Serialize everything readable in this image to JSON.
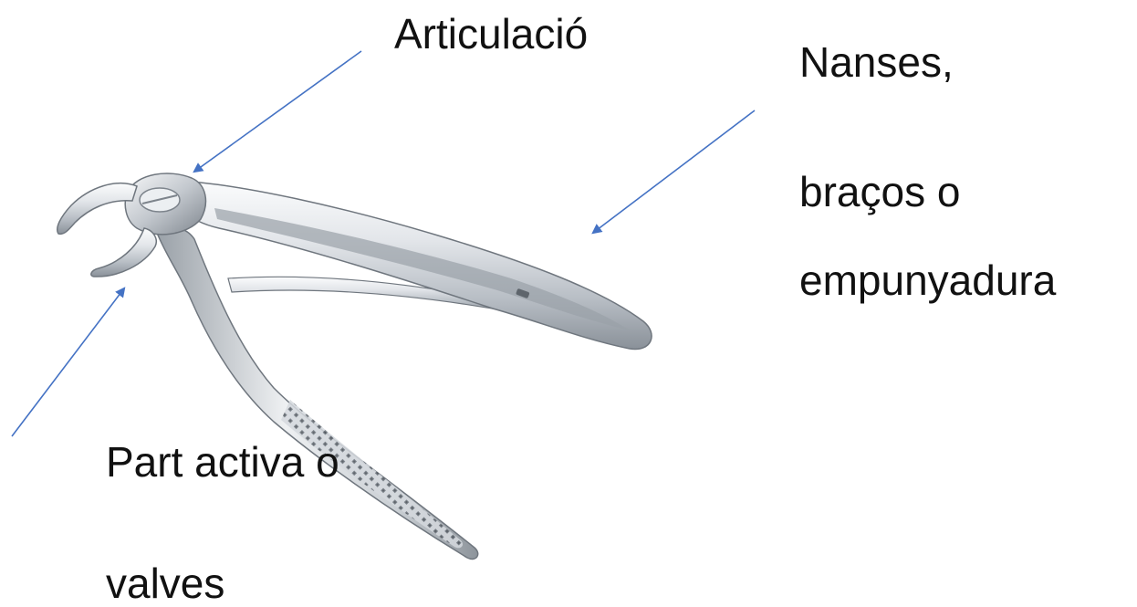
{
  "labels": {
    "articulacio": "Articulació",
    "nanses_line1": "Nanses,",
    "nanses_line2": "braços o",
    "nanses_line3": "empunyadura",
    "part_activa_line1": "Part activa o",
    "part_activa_line2": "valves"
  },
  "icons": {
    "instrument": "dental-extraction-forceps-illustration"
  },
  "colors": {
    "arrow": "#4472c4",
    "text": "#111111",
    "background": "#ffffff",
    "metal_light": "#f2f4f6",
    "metal_mid": "#c4c9cf",
    "metal_dark": "#7d848c"
  }
}
